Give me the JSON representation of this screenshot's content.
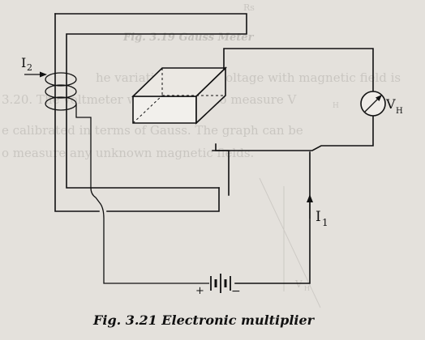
{
  "figure": {
    "caption": "Fig. 3.21 Electronic multiplier",
    "labels": {
      "coil_current": "I",
      "coil_current_sub": "2",
      "input_current": "I",
      "input_current_sub": "1",
      "meter": "V",
      "meter_sub": "H",
      "battery_pos": "+",
      "battery_neg": "−"
    }
  },
  "background_text": {
    "top_caption": "Fig. 3.19 Gauss Meter",
    "top_scrap": "Rs",
    "lines": [
      "he variation of Hall voltage with magnetic field is",
      "3.20. The voltmeter which is used to measure V",
      "e calibrated in terms of Gauss. The graph can be",
      "o measure any unknown magnetic fields."
    ],
    "line2_sub": "H",
    "lower_ghost": "V",
    "lower_ghost_sub": "H"
  }
}
